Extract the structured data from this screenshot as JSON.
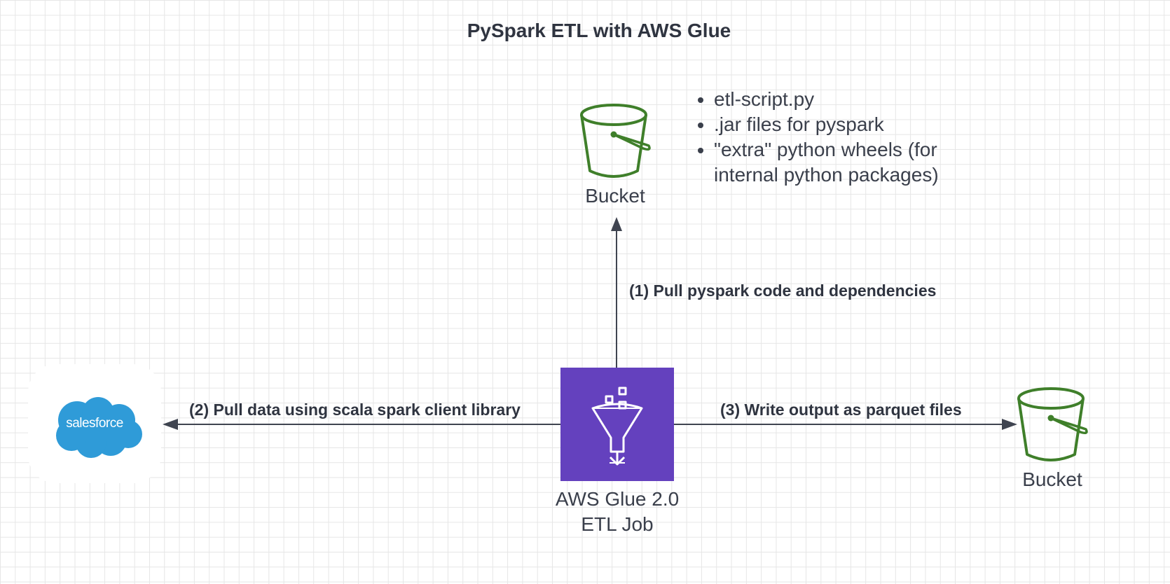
{
  "title": "PySpark ETL with AWS Glue",
  "nodes": {
    "top_bucket": {
      "label": "Bucket",
      "icon": "s3-bucket-icon"
    },
    "right_bucket": {
      "label": "Bucket",
      "icon": "s3-bucket-icon"
    },
    "glue_job": {
      "label_line1": "AWS Glue 2.0",
      "label_line2": "ETL Job",
      "icon": "aws-glue-icon",
      "color": "#6441be"
    },
    "salesforce": {
      "logo_text": "salesforce",
      "icon": "salesforce-logo",
      "color": "#2f9bd8"
    }
  },
  "edges": {
    "pull_code": "(1) Pull pyspark code and dependencies",
    "pull_data": "(2) Pull data using scala spark client library",
    "write_output": "(3) Write output as parquet files"
  },
  "bucket_contents": [
    "etl-script.py",
    ".jar files for pyspark",
    "\"extra\" python wheels (for internal python packages)"
  ],
  "colors": {
    "bucket": "#3f7f2a",
    "arrow": "#3f4450"
  }
}
